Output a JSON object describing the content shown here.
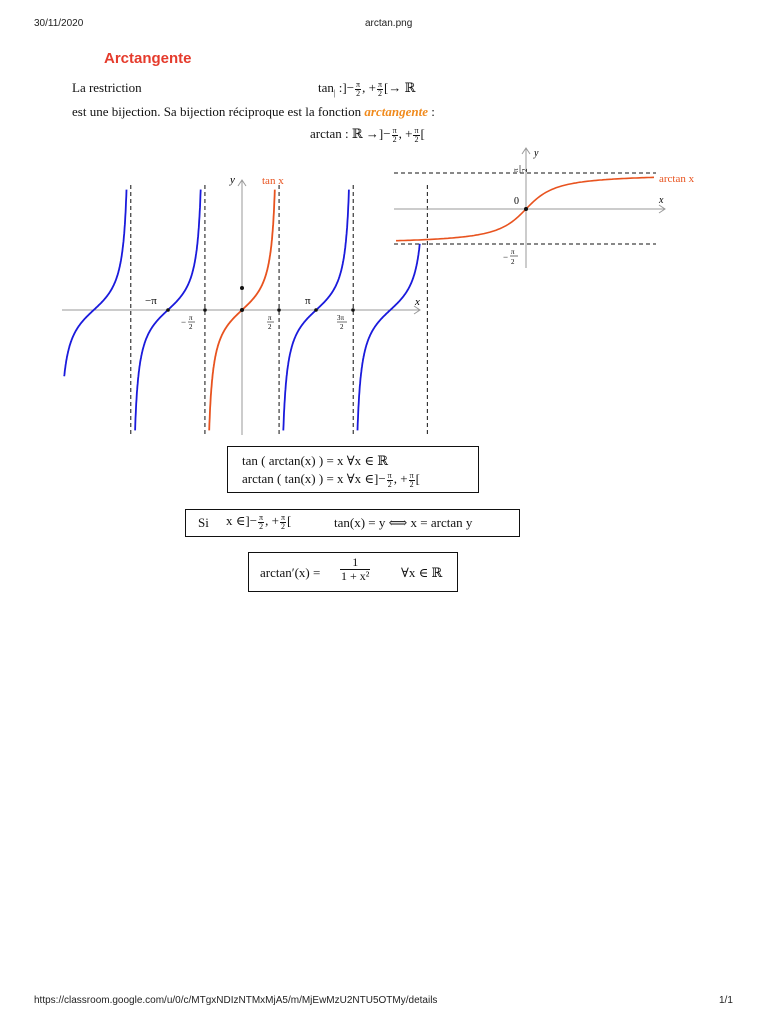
{
  "header": {
    "date": "30/11/2020",
    "filename": "arctan.png"
  },
  "footer": {
    "url": "https://classroom.google.com/u/0/c/MTgxNDIzNTMxMjA5/m/MjEwMzU2NTU5OTMy/details",
    "page": "1/1"
  },
  "title": "Arctangente",
  "colors": {
    "title": "#e53b2c",
    "accent": "#f08a1c",
    "tan_branch": "#e8531f",
    "other_branches": "#1a1adc"
  },
  "intro": {
    "restriction_label": "La restriction",
    "restriction_formula": "tan| :]−π/2, +π/2[→ ℝ",
    "tan_restricted": "tan",
    "sub_bar": "|",
    "colon_bracket": ":]",
    "map_to_R": "[→ ℝ",
    "line2_text": "est une bijection. Sa bijection réciproque est la fonction",
    "line2_accent": "arctangente",
    "line2_end": ":",
    "def_label": "arctan : ℝ →]",
    "def_end": "["
  },
  "fraction_parts": {
    "minus": "−",
    "plus_sep": ", +",
    "pi": "π",
    "two": "2",
    "three_pi": "3π"
  },
  "graph_tan": {
    "y_label": "y",
    "x_label": "x",
    "curve_label": "tan x",
    "tick_minus_pi": "−π",
    "tick_pi": "π",
    "tick_minus_half_pi_sign": "−"
  },
  "graph_arctan": {
    "y_label": "y",
    "x_label": "x",
    "origin_label": "0",
    "curve_label": "arctan x",
    "neg_sign": "−"
  },
  "box1": {
    "line1": "tan ( arctan(x) ) = x    ∀x ∈ ℝ",
    "line2_start": "arctan ( tan(x) ) = x    ∀x ∈]−",
    "line2_end": "["
  },
  "box2": {
    "si": "Si",
    "cond_start": "x ∈]−",
    "cond_end": "[",
    "equivalence": "tan(x) = y  ⟺  x = arctan y"
  },
  "box3": {
    "lhs": "arctan′(x) =",
    "num": "1",
    "den": "1 + x²",
    "rhs": "∀x ∈ ℝ"
  }
}
